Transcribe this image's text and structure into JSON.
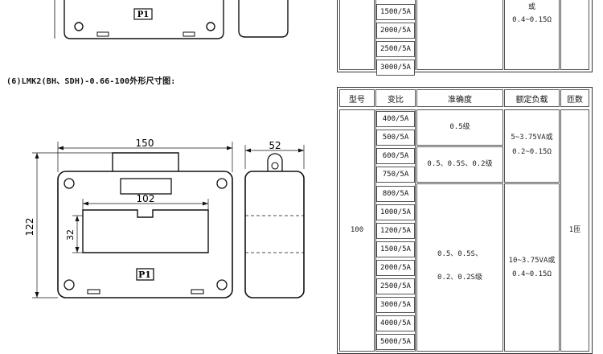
{
  "caption": "(6)LMK2(BH、SDH)-0.66-100外形尺寸图:",
  "top_drawing": {
    "nameplate": "P1"
  },
  "top_table": {
    "ratios": [
      "1500/5A",
      "2000/5A",
      "2500/5A",
      "3000/5A"
    ],
    "burden_line1": "或",
    "burden_line2": "0.4~0.15Ω"
  },
  "drawing": {
    "dim_width": "150",
    "dim_height": "122",
    "dim_window_width": "102",
    "dim_window_height": "32",
    "dim_depth": "52",
    "nameplate": "P1"
  },
  "table": {
    "headers": [
      "型号",
      "变比",
      "准确度",
      "额定负载",
      "匝数"
    ],
    "model": "100",
    "turns": "1匝",
    "ratios": [
      "400/5A",
      "500/5A",
      "600/5A",
      "750/5A",
      "800/5A",
      "1000/5A",
      "1200/5A",
      "1500/5A",
      "2000/5A",
      "2500/5A",
      "3000/5A",
      "4000/5A",
      "5000/5A"
    ],
    "group1": {
      "accuracy": "0.5级",
      "burden_line1": "5~3.75VA或",
      "burden_line2": "0.2~0.15Ω"
    },
    "group2": {
      "accuracy": "0.5、0.5S、0.2级"
    },
    "group3": {
      "accuracy_line1": "0.5、0.5S、",
      "accuracy_line2": "0.2、0.2S级",
      "burden_line1": "10~3.75VA或",
      "burden_line2": "0.4~0.15Ω"
    }
  }
}
